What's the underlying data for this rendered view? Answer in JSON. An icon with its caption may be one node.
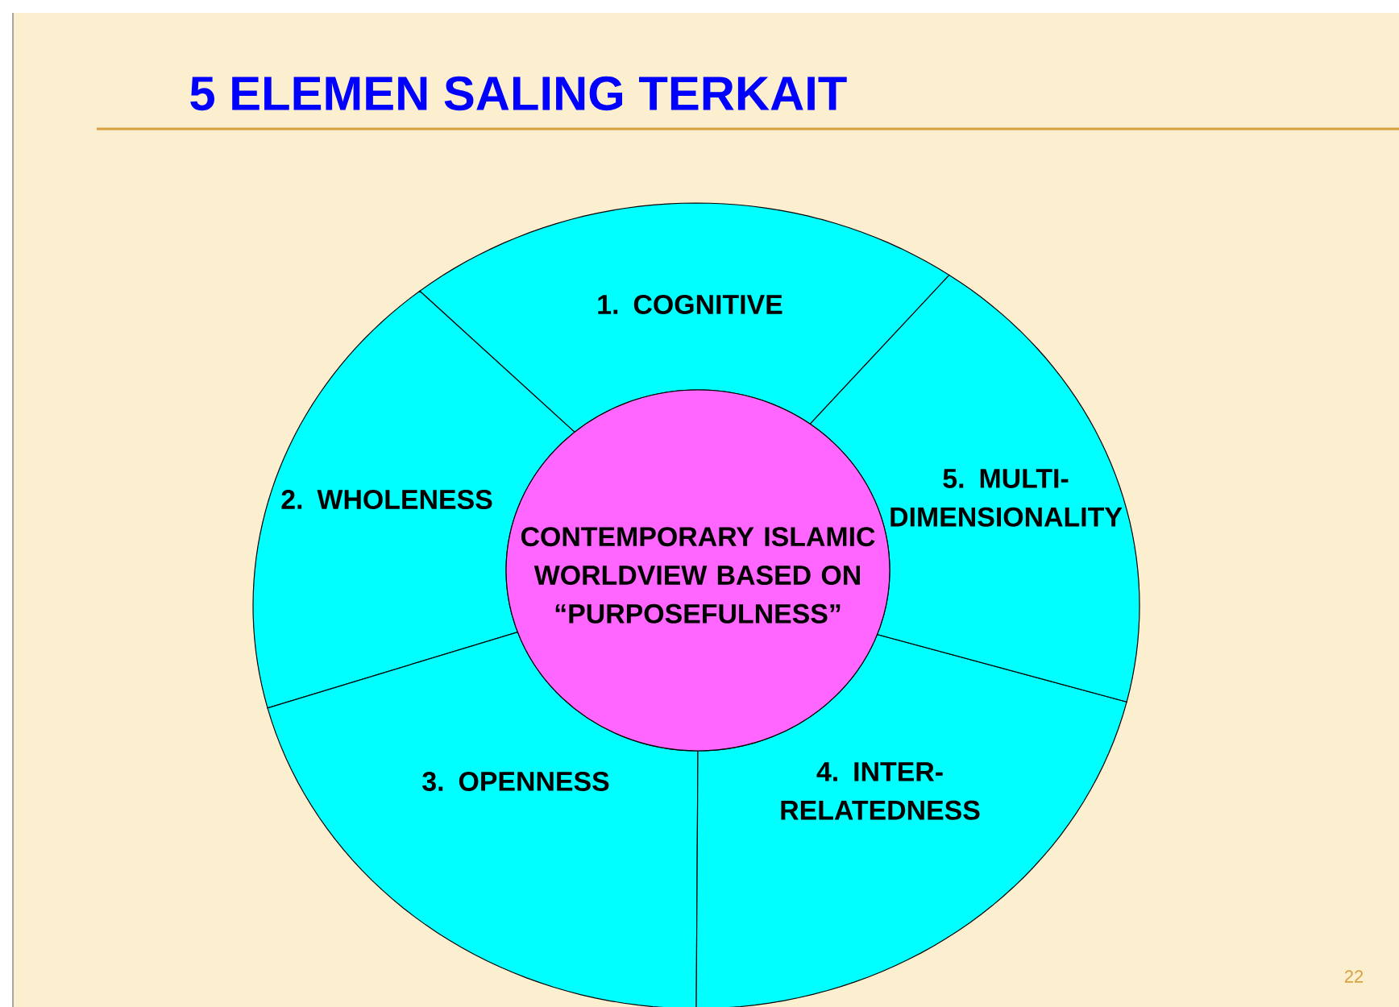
{
  "diagram": {
    "title": "5 ELEMEN SALING TERKAIT",
    "nodes": [
      {
        "text": [
          "CONTEMPORARY ISLAMIC WORLDVIEW BASED ON “PURPOSEFULNESS”"
        ]
      },
      {
        "text": [
          "1. COGNITIVE"
        ]
      },
      {
        "text": [
          "2. WHOLENESS"
        ]
      },
      {
        "text": [
          "3. OPENNESS"
        ]
      },
      {
        "text": [
          "4. INTER- RELATEDNESS"
        ]
      },
      {
        "text": [
          "5. MULTI- DIMENSIONALITY"
        ]
      }
    ],
    "labels": [
      "22"
    ]
  }
}
